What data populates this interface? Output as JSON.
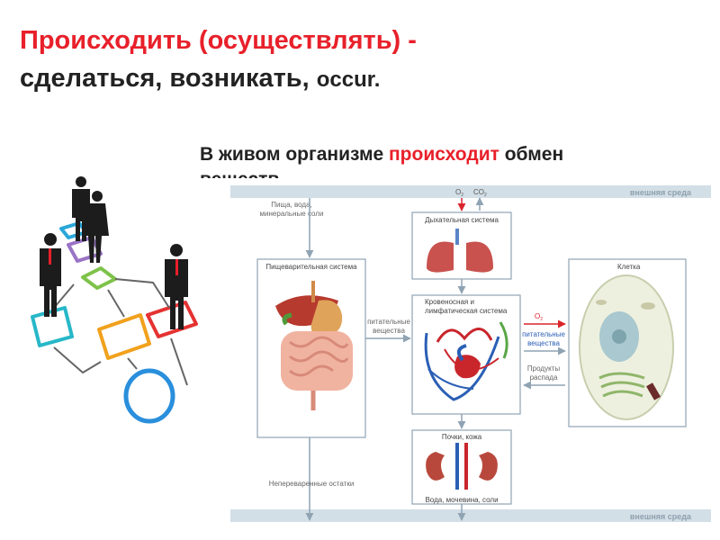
{
  "title": {
    "line1_red": "Происходить (осуществлять)",
    "line1_dash": " -",
    "line2": "сделаться, возникать, ",
    "line2_en": "occur."
  },
  "sentence": {
    "before": "В живом организме ",
    "highlight": "происходит",
    "after": " обмен",
    "cut_line": "веществ"
  },
  "diagram": {
    "env_top": "внешняя среда",
    "env_bottom": "внешняя среда",
    "o2": "O",
    "co2": "CO",
    "o2_right": "O",
    "food_line1": "Пища, вода,",
    "food_line2": "минеральные соли",
    "digestive": "Пищеварительная система",
    "nutrients_left_1": "питательные",
    "nutrients_left_2": "вещества",
    "respiratory": "Дыхательная система",
    "circ_line1": "Кровеносная и",
    "circ_line2": "лимфатическая система",
    "nutrients_right_1": "питательные",
    "nutrients_right_2": "вещества",
    "decay_1": "Продукты",
    "decay_2": "распада",
    "cell": "Клетка",
    "kidneys": "Почки, кожа",
    "undigested": "Непереваренные остатки",
    "excretion": "Вода, мочевина, соли"
  },
  "colors": {
    "accent_red": "#e8202a",
    "diagram_line": "#8fa3b3",
    "env_band": "#d3dfe7",
    "env_text": "#8ea0ad"
  }
}
